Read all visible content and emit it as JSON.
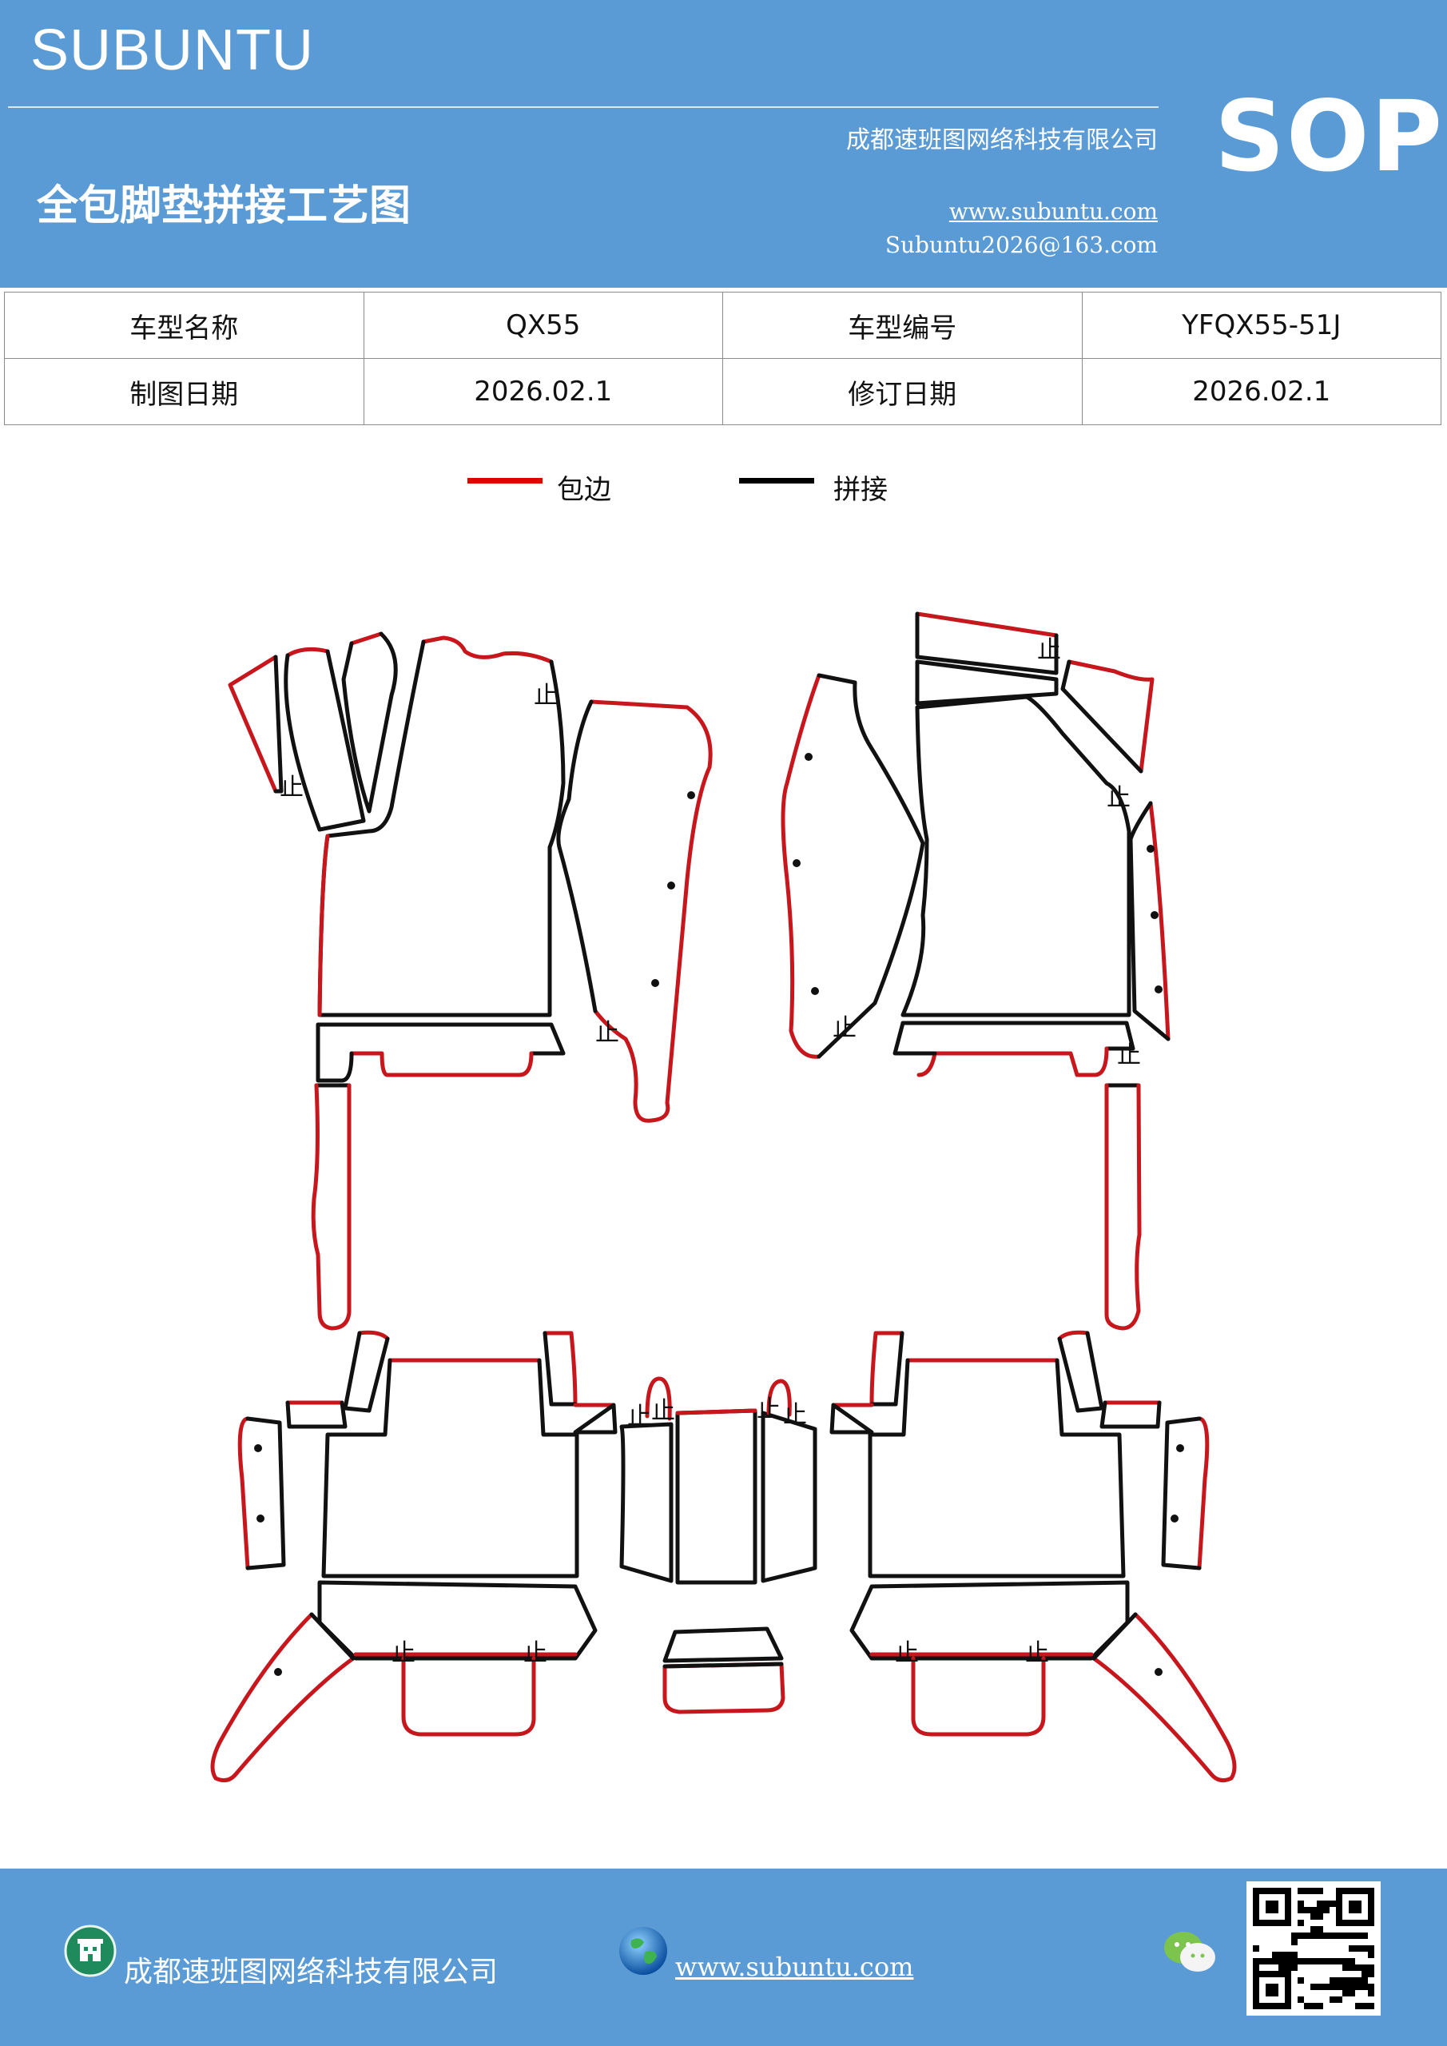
{
  "header": {
    "brand": "SUBUNTU",
    "company": "成都速班图网络科技有限公司",
    "badge": "SOP",
    "title": "全包脚垫拼接工艺图",
    "website": "www.subuntu.com",
    "email": "Subuntu2026@163.com"
  },
  "info_table": {
    "rows": [
      [
        "车型名称",
        "QX55",
        "车型编号",
        "YFQX55-51J"
      ],
      [
        "制图日期",
        "2026.02.1",
        "修订日期",
        "2026.02.1"
      ]
    ]
  },
  "legend": [
    {
      "label": "包边",
      "color": "#e00000"
    },
    {
      "label": "拼接",
      "color": "#000000"
    }
  ],
  "diagram": {
    "stop_mark": "止",
    "edge_color": "#c8161d",
    "seam_color": "#111111"
  },
  "footer": {
    "company": "成都速班图网络科技有限公司",
    "website": "www.subuntu.com",
    "icons": [
      "company-icon",
      "globe-icon",
      "wechat-icon",
      "qr-code"
    ]
  }
}
